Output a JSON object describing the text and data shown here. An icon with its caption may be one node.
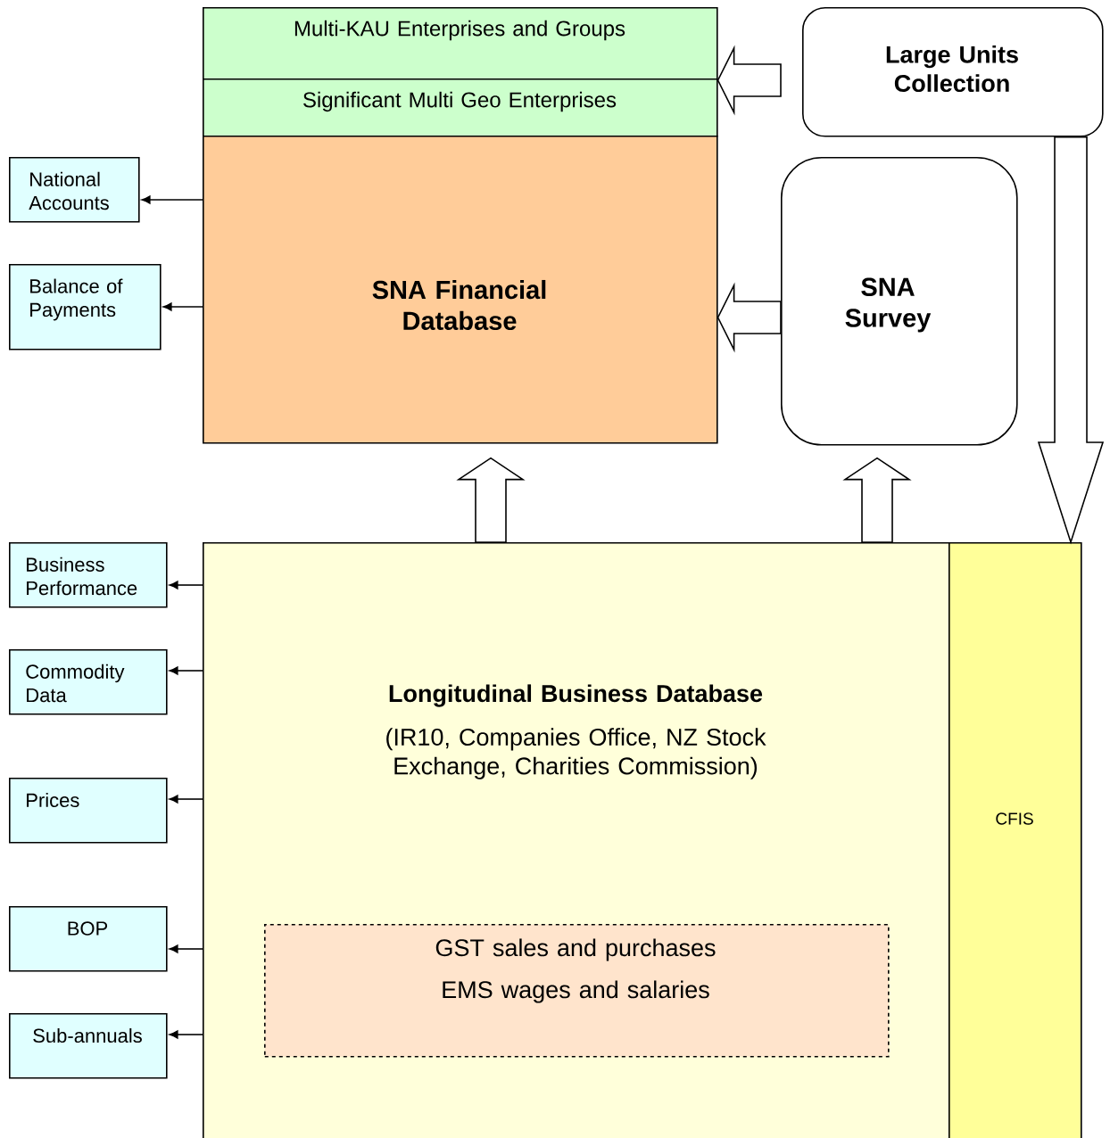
{
  "diagram": {
    "nodes": [
      {
        "text": [
          "Multi-KAU Enterprises and Groups"
        ]
      },
      {
        "text": [
          "Significant Multi Geo Enterprises"
        ]
      },
      {
        "text": [
          "SNA Financial Database"
        ]
      },
      {
        "text": [
          "Large Units Collection"
        ]
      },
      {
        "text": [
          "SNA Survey"
        ]
      },
      {
        "text": [
          "National Accounts"
        ]
      },
      {
        "text": [
          "Balance of Payments"
        ]
      },
      {
        "text": [
          "Longitudinal Business Database",
          "(IR10, Companies Office, NZ Stock Exchange, Charities Commission)"
        ]
      },
      {
        "text": [
          "GST sales and purchases",
          "EMS wages and salaries"
        ],
        "in": 7
      },
      {
        "text": [
          "CFIS"
        ]
      },
      {
        "text": [
          "Business Performance"
        ]
      },
      {
        "text": [
          "Commodity Data"
        ]
      },
      {
        "text": [
          "Prices"
        ]
      },
      {
        "text": [
          "BOP"
        ]
      },
      {
        "text": [
          "Sub-annuals"
        ]
      }
    ],
    "edges": [
      {
        "from": 3,
        "to": 1,
        "arrow": "to",
        "style": "thick"
      },
      {
        "from": 4,
        "to": 2,
        "arrow": "to",
        "style": "thick"
      },
      {
        "from": 3,
        "to": 9,
        "arrow": "to",
        "style": "thick"
      },
      {
        "from": 7,
        "to": 2,
        "arrow": "to",
        "style": "thick"
      },
      {
        "from": 7,
        "to": 4,
        "arrow": "to",
        "style": "thick"
      },
      {
        "from": 2,
        "to": 5,
        "arrow": "to"
      },
      {
        "from": 2,
        "to": 6,
        "arrow": "to"
      },
      {
        "from": 7,
        "to": 10,
        "arrow": "to"
      },
      {
        "from": 7,
        "to": 11,
        "arrow": "to"
      },
      {
        "from": 7,
        "to": 12,
        "arrow": "to"
      },
      {
        "from": 7,
        "to": 13,
        "arrow": "to"
      },
      {
        "from": 7,
        "to": 14,
        "arrow": "to"
      }
    ]
  }
}
